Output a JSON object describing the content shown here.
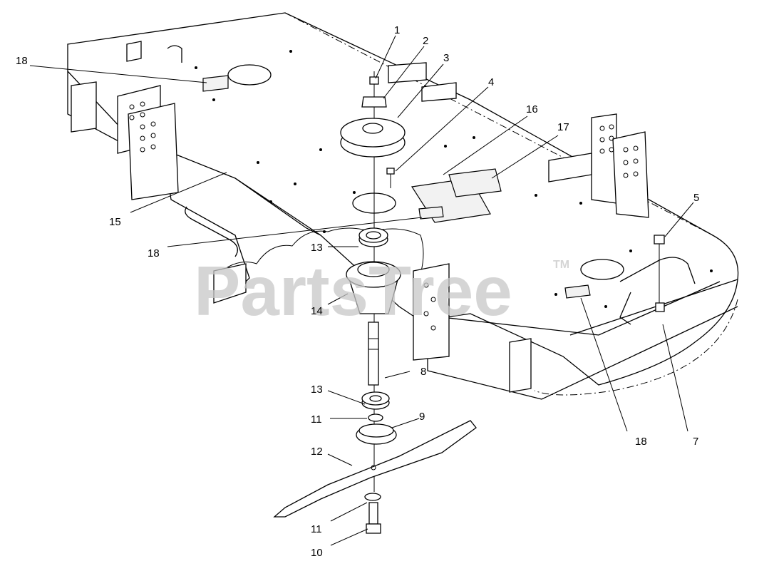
{
  "diagram": {
    "watermark": "PartsTree",
    "trademark": "TM",
    "callouts": [
      {
        "id": "c1",
        "label": "1"
      },
      {
        "id": "c2",
        "label": "2"
      },
      {
        "id": "c3",
        "label": "3"
      },
      {
        "id": "c4",
        "label": "4"
      },
      {
        "id": "c16",
        "label": "16"
      },
      {
        "id": "c17",
        "label": "17"
      },
      {
        "id": "c5",
        "label": "5"
      },
      {
        "id": "c18a",
        "label": "18"
      },
      {
        "id": "c15",
        "label": "15"
      },
      {
        "id": "c18b",
        "label": "18"
      },
      {
        "id": "c13a",
        "label": "13"
      },
      {
        "id": "c14",
        "label": "14"
      },
      {
        "id": "c8",
        "label": "8"
      },
      {
        "id": "c13b",
        "label": "13"
      },
      {
        "id": "c11a",
        "label": "11"
      },
      {
        "id": "c9",
        "label": "9"
      },
      {
        "id": "c12",
        "label": "12"
      },
      {
        "id": "c11b",
        "label": "11"
      },
      {
        "id": "c10",
        "label": "10"
      },
      {
        "id": "c18c",
        "label": "18"
      },
      {
        "id": "c7",
        "label": "7"
      }
    ]
  }
}
